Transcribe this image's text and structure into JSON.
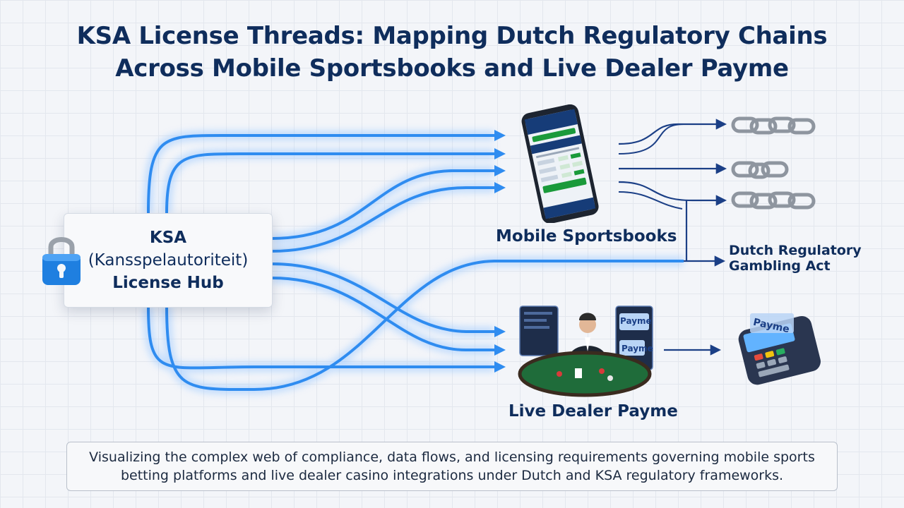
{
  "title": {
    "line1": "KSA License Threads: Mapping Dutch Regulatory Chains",
    "line2": "Across Mobile Sportsbooks and Live Dealer Payme"
  },
  "hub": {
    "line1": "KSA",
    "line2": "(Kansspelautoriteit)",
    "line3": "License Hub",
    "icon": "lock-icon"
  },
  "nodes": {
    "sportsbooks": "Mobile Sportsbooks",
    "live_dealer": "Live Dealer Payme",
    "act_line1": "Dutch Regulatory",
    "act_line2": "Gambling Act"
  },
  "screens": {
    "screen1": "Payme",
    "screen2": "Payme",
    "terminal": "Payme"
  },
  "caption": "Visualizing the complex web of compliance, data flows, and licensing requirements governing mobile sports betting platforms and live dealer casino integrations under Dutch and KSA regulatory frameworks.",
  "colors": {
    "flow": "#2f8cf0",
    "flow_glow": "#9cc9ff",
    "navy": "#0f2d5c",
    "arrow": "#1b3f86",
    "chain": "#9aa1aa",
    "phone_green": "#1a9a3a"
  }
}
